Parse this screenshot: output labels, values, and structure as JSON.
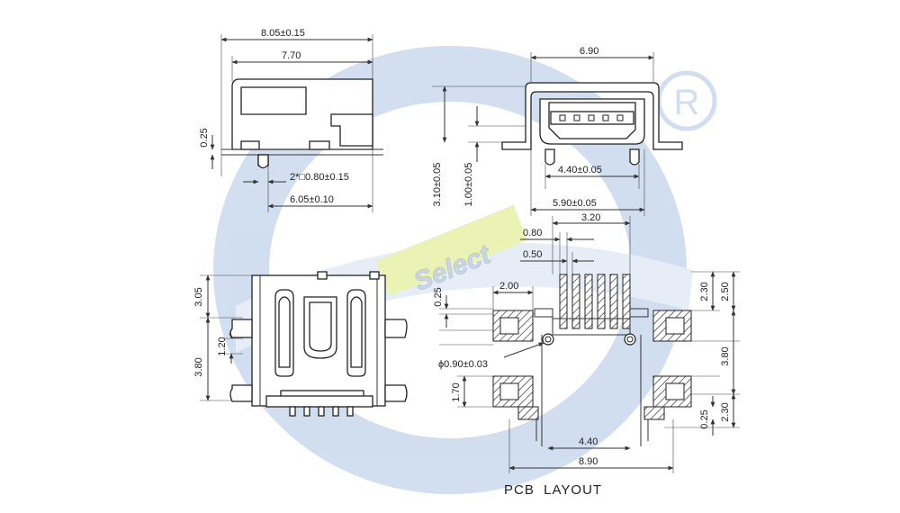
{
  "watermark": {
    "brand": "Select",
    "registered_mark": "R",
    "colors": {
      "blue": "#c9d9ee",
      "blue_dark": "#aac4e6",
      "green": "#e7f0a8",
      "gray": "#cfd6de"
    }
  },
  "top_left": {
    "overall_length": "8.05±0.15",
    "body_length": "7.70",
    "height_small": "0.25",
    "peg": "2*□0.80±0.15",
    "peg_spacing": "6.05±0.10"
  },
  "top_right": {
    "width": "6.90",
    "height_total": "3.10±0.05",
    "height_low": "1.00±0.05",
    "inner_width": "4.40±0.05",
    "outer_width": "5.90±0.05"
  },
  "bottom_left": {
    "upper": "3.05",
    "middle": "1.20",
    "lower": "3.80"
  },
  "pcb": {
    "pitch_span": "3.20",
    "pad_width": "0.80",
    "pitch": "0.50",
    "pad_gap": "2.00",
    "offset": "0.25",
    "hole": "ϕ0.90±0.03",
    "pad_height": "1.70",
    "right_top_a": "2.30",
    "right_top_b": "2.50",
    "right_mid": "3.80",
    "right_low_a": "0.25",
    "right_low_b": "2.30",
    "hole_span": "4.40",
    "total_width": "8.90",
    "caption": "PCB  LAYOUT"
  }
}
